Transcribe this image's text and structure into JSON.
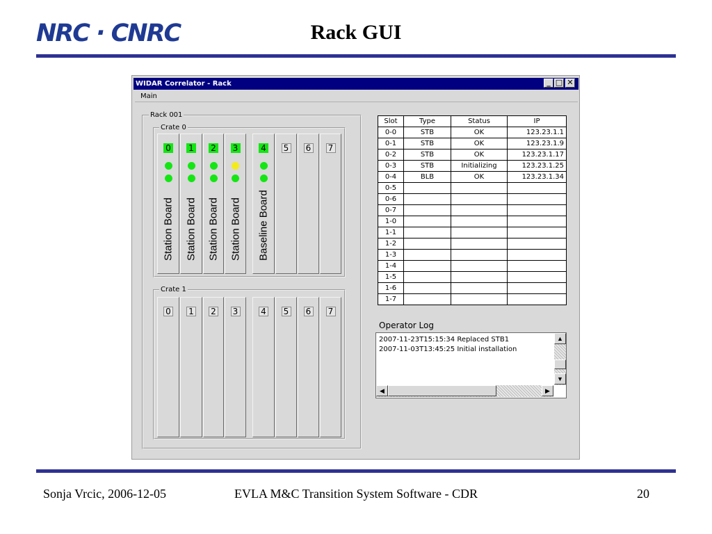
{
  "slide": {
    "logo": "NRC · CNRC",
    "title": "Rack GUI",
    "footer_left": "Sonja Vrcic, 2006-12-05",
    "footer_center": "EVLA M&C Transition System Software - CDR",
    "footer_right": "20"
  },
  "window": {
    "title": "WIDAR Correlator -  Rack",
    "controls": {
      "minimize": "_",
      "maximize": "□",
      "close": "✕"
    },
    "menu": [
      "Main"
    ]
  },
  "rack": {
    "label": "Rack 001",
    "crates": [
      {
        "label": "Crate 0",
        "slots": [
          {
            "num": "0",
            "active": true,
            "leds": [
              "green",
              "green"
            ],
            "board": "Station Board"
          },
          {
            "num": "1",
            "active": true,
            "leds": [
              "green",
              "green"
            ],
            "board": "Station Board"
          },
          {
            "num": "2",
            "active": true,
            "leds": [
              "green",
              "green"
            ],
            "board": "Station Board"
          },
          {
            "num": "3",
            "active": true,
            "leds": [
              "yellow",
              "green"
            ],
            "board": "Station Board"
          },
          {
            "num": "4",
            "active": true,
            "leds": [
              "green",
              "green"
            ],
            "board": "Baseline Board"
          },
          {
            "num": "5",
            "active": false,
            "leds": [],
            "board": ""
          },
          {
            "num": "6",
            "active": false,
            "leds": [],
            "board": ""
          },
          {
            "num": "7",
            "active": false,
            "leds": [],
            "board": ""
          }
        ]
      },
      {
        "label": "Crate 1",
        "slots": [
          {
            "num": "0",
            "active": false
          },
          {
            "num": "1",
            "active": false
          },
          {
            "num": "2",
            "active": false
          },
          {
            "num": "3",
            "active": false
          },
          {
            "num": "4",
            "active": false
          },
          {
            "num": "5",
            "active": false
          },
          {
            "num": "6",
            "active": false
          },
          {
            "num": "7",
            "active": false
          }
        ]
      }
    ]
  },
  "slot_table": {
    "headers": [
      "Slot",
      "Type",
      "Status",
      "IP"
    ],
    "rows": [
      [
        "0-0",
        "STB",
        "OK",
        "123.23.1.1"
      ],
      [
        "0-1",
        "STB",
        "OK",
        "123.23.1.9"
      ],
      [
        "0-2",
        "STB",
        "OK",
        "123.23.1.17"
      ],
      [
        "0-3",
        "STB",
        "Initializing",
        "123.23.1.25"
      ],
      [
        "0-4",
        "BLB",
        "OK",
        "123.23.1.34"
      ],
      [
        "0-5",
        "",
        "",
        ""
      ],
      [
        "0-6",
        "",
        "",
        ""
      ],
      [
        "0-7",
        "",
        "",
        ""
      ],
      [
        "1-0",
        "",
        "",
        ""
      ],
      [
        "1-1",
        "",
        "",
        ""
      ],
      [
        "1-2",
        "",
        "",
        ""
      ],
      [
        "1-3",
        "",
        "",
        ""
      ],
      [
        "1-4",
        "",
        "",
        ""
      ],
      [
        "1-5",
        "",
        "",
        ""
      ],
      [
        "1-6",
        "",
        "",
        ""
      ],
      [
        "1-7",
        "",
        "",
        ""
      ]
    ]
  },
  "operator_log": {
    "label": "Operator Log",
    "entries": [
      "2007-11-23T15:15:34 Replaced STB1",
      "2007-11-03T13:45:25 Initial installation"
    ],
    "arrows": {
      "up": "▲",
      "down": "▼",
      "left": "◀",
      "right": "▶"
    }
  },
  "colors": {
    "led_ok": "#14e614",
    "led_warn": "#f3ec1a",
    "titlebar": "#000080",
    "accent_rule": "#2e3192"
  }
}
